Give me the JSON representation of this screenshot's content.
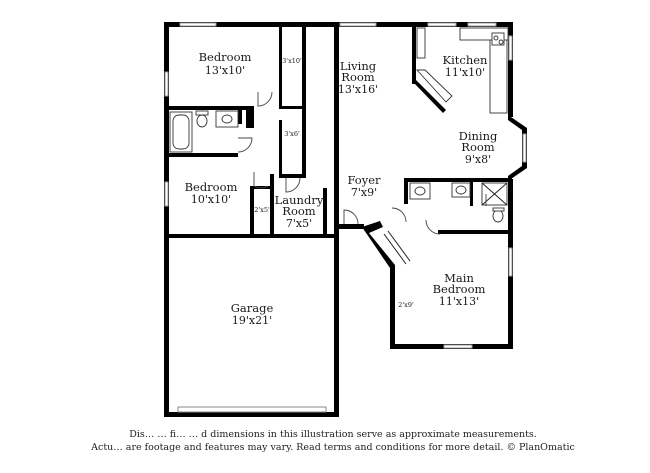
{
  "rooms": [
    {
      "id": "bedroom-2",
      "name": [
        "Bedroom"
      ],
      "dims": "13'x10'"
    },
    {
      "id": "living-room",
      "name": [
        "Living",
        "Room"
      ],
      "dims": "13'x16'"
    },
    {
      "id": "kitchen",
      "name": [
        "Kitchen"
      ],
      "dims": "11'x10'"
    },
    {
      "id": "dining-room",
      "name": [
        "Dining",
        "Room"
      ],
      "dims": "9'x8'"
    },
    {
      "id": "bedroom-3",
      "name": [
        "Bedroom"
      ],
      "dims": "10'x10'"
    },
    {
      "id": "foyer",
      "name": [
        "Foyer"
      ],
      "dims": "7'x9'"
    },
    {
      "id": "laundry-room",
      "name": [
        "Laundry",
        "Room"
      ],
      "dims": "7'x5'"
    },
    {
      "id": "main-bedroom",
      "name": [
        "Main",
        "Bedroom"
      ],
      "dims": "11'x13'"
    },
    {
      "id": "garage",
      "name": [
        "Garage"
      ],
      "dims": "19'x21'"
    }
  ],
  "closets": [
    {
      "id": "closet-upper",
      "dims": "3'x10'"
    },
    {
      "id": "closet-middle",
      "dims": "3'x6'"
    },
    {
      "id": "closet-bedroom",
      "dims": "2'x5'"
    },
    {
      "id": "closet-main",
      "dims": "2'x9'"
    }
  ],
  "disclaimer": {
    "line1": "Dis… … fi… … d dimensions in this illustration serve as approximate measurements.",
    "line2": "Actu… are footage and features may vary. Read terms and conditions for more detail. © PlanOmatic"
  }
}
